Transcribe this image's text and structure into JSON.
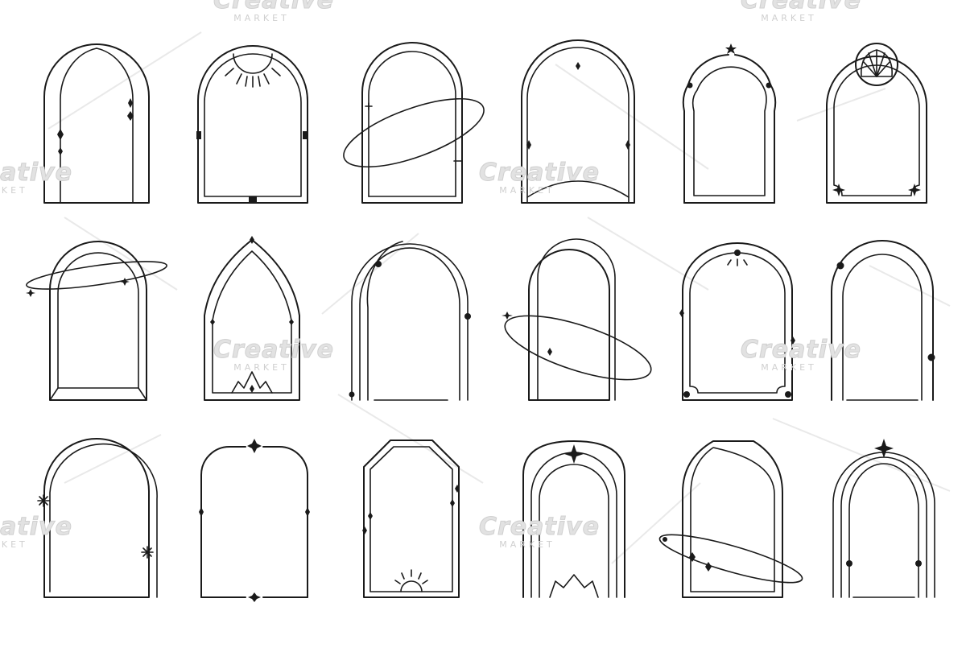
{
  "watermark": {
    "brand": "Creative",
    "sub": "MARKET"
  },
  "frames": [
    {
      "style": "double-arch-sparkles",
      "ornament": "sparkle-icon"
    },
    {
      "style": "sun-top-arch",
      "ornament": "sun-icon"
    },
    {
      "style": "ringed-arch",
      "ornament": "orbit-ring-icon"
    },
    {
      "style": "moon-crest-arch",
      "ornament": "moon-icon"
    },
    {
      "style": "keyhole-arch",
      "ornament": "star-icon"
    },
    {
      "style": "shell-crest-arch",
      "ornament": "shell-icon"
    },
    {
      "style": "orbit-beveled-arch",
      "ornament": "orbit-ring-icon"
    },
    {
      "style": "gothic-arch",
      "ornament": "lotus-icon"
    },
    {
      "style": "triple-line-arch",
      "ornament": "dot-icon"
    },
    {
      "style": "orbit-tall-arch",
      "ornament": "orbit-ring-icon"
    },
    {
      "style": "sun-notched-arch",
      "ornament": "sun-icon"
    },
    {
      "style": "dotted-double-arch",
      "ornament": "dot-icon"
    },
    {
      "style": "crescent-arch",
      "ornament": "moon-icon"
    },
    {
      "style": "notched-corner-arch",
      "ornament": "sparkle-icon"
    },
    {
      "style": "octagon-arch",
      "ornament": "sun-icon"
    },
    {
      "style": "star-crest-arch",
      "ornament": "star-icon"
    },
    {
      "style": "pointed-orbit-arch",
      "ornament": "orbit-ring-icon"
    },
    {
      "style": "star-pillar-arch",
      "ornament": "star-icon"
    }
  ]
}
